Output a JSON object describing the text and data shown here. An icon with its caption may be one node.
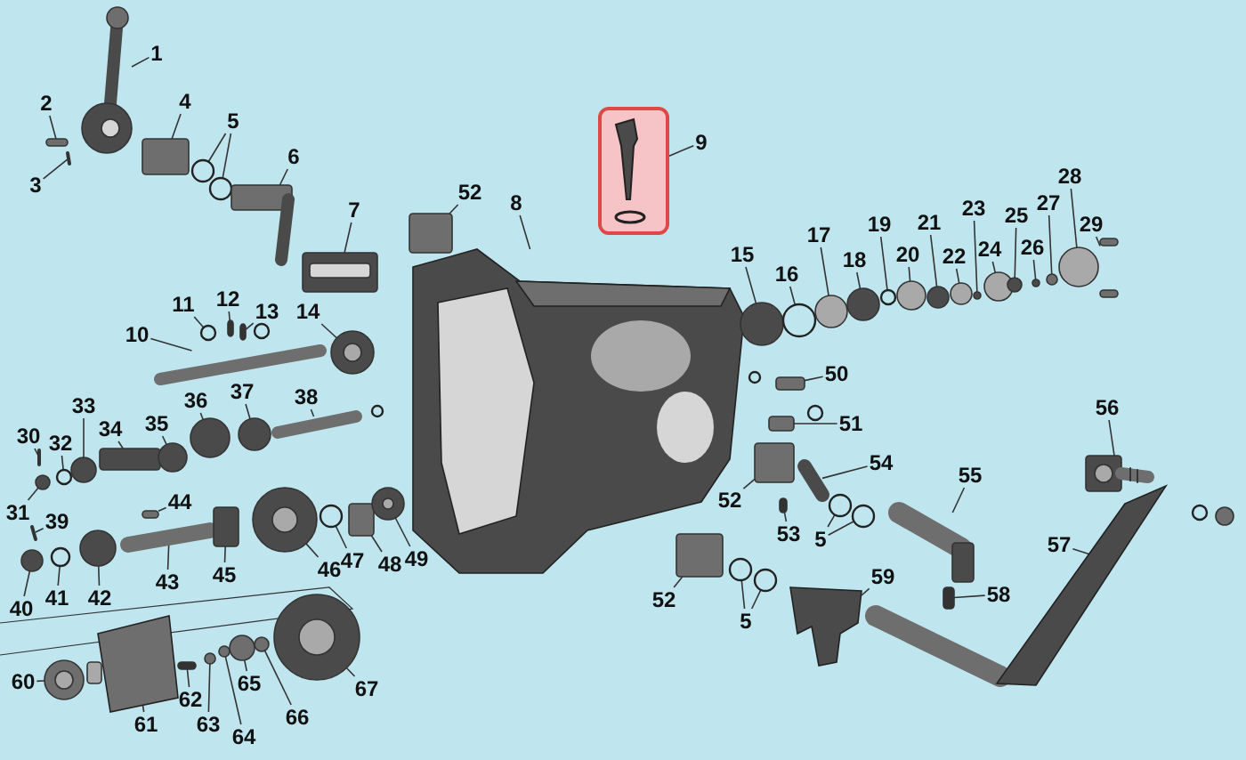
{
  "diagram": {
    "nodes": [
      {
        "text": [
          "1"
        ]
      },
      {
        "text": [
          "2"
        ]
      },
      {
        "text": [
          "3"
        ]
      },
      {
        "text": [
          "4"
        ]
      },
      {
        "text": [
          "5"
        ]
      },
      {
        "text": [
          "6"
        ]
      },
      {
        "text": [
          "7"
        ]
      },
      {
        "text": [
          "52"
        ]
      },
      {
        "text": [
          "8"
        ]
      },
      {
        "text": [
          "9"
        ]
      },
      {
        "text": [],
        "shape": "picture"
      },
      {
        "text": [
          "10"
        ]
      },
      {
        "text": [
          "11"
        ]
      },
      {
        "text": [
          "12"
        ]
      },
      {
        "text": [
          "13"
        ]
      },
      {
        "text": [
          "14"
        ]
      },
      {
        "text": [
          "15"
        ]
      },
      {
        "text": [
          "16"
        ]
      },
      {
        "text": [
          "17"
        ]
      },
      {
        "text": [
          "18"
        ]
      },
      {
        "text": [
          "19"
        ]
      },
      {
        "text": [
          "20"
        ]
      },
      {
        "text": [
          "21"
        ]
      },
      {
        "text": [
          "22"
        ]
      },
      {
        "text": [
          "23"
        ]
      },
      {
        "text": [
          "24"
        ]
      },
      {
        "text": [
          "25"
        ]
      },
      {
        "text": [
          "26"
        ]
      },
      {
        "text": [
          "27"
        ]
      },
      {
        "text": [
          "28"
        ]
      },
      {
        "text": [
          "29"
        ]
      },
      {
        "text": [
          "50"
        ]
      },
      {
        "text": [
          "30"
        ]
      },
      {
        "text": [
          "32"
        ]
      },
      {
        "text": [
          "33"
        ]
      },
      {
        "text": [
          "34"
        ]
      },
      {
        "text": [
          "35"
        ]
      },
      {
        "text": [
          "36"
        ]
      },
      {
        "text": [
          "37"
        ]
      },
      {
        "text": [
          "38"
        ]
      },
      {
        "text": [
          "51"
        ]
      },
      {
        "text": [
          "56"
        ]
      },
      {
        "text": [
          "31"
        ]
      },
      {
        "text": [
          "39"
        ]
      },
      {
        "text": [
          "44"
        ]
      },
      {
        "text": [
          "54"
        ]
      },
      {
        "text": [
          "55"
        ]
      },
      {
        "text": [
          "40"
        ]
      },
      {
        "text": [
          "41"
        ]
      },
      {
        "text": [
          "42"
        ]
      },
      {
        "text": [
          "43"
        ]
      },
      {
        "text": [
          "45"
        ]
      },
      {
        "text": [
          "46"
        ]
      },
      {
        "text": [
          "47"
        ]
      },
      {
        "text": [
          "48"
        ]
      },
      {
        "text": [
          "49"
        ]
      },
      {
        "text": [
          "52"
        ]
      },
      {
        "text": [
          "53"
        ]
      },
      {
        "text": [
          "5"
        ]
      },
      {
        "text": [
          "57"
        ]
      },
      {
        "text": [
          "52"
        ]
      },
      {
        "text": [
          "59"
        ]
      },
      {
        "text": [
          "5"
        ]
      },
      {
        "text": [
          "58"
        ]
      },
      {
        "text": [
          "60"
        ]
      },
      {
        "text": [
          "61"
        ]
      },
      {
        "text": [
          "62"
        ]
      },
      {
        "text": [
          "63"
        ]
      },
      {
        "text": [
          "64"
        ]
      },
      {
        "text": [
          "65"
        ]
      },
      {
        "text": [
          "66"
        ]
      },
      {
        "text": [
          "67"
        ]
      },
      {
        "text": [],
        "shape": "picture"
      },
      {
        "text": [],
        "shape": "box"
      },
      {
        "text": [],
        "shape": "bar"
      },
      {
        "text": [],
        "shape": "box"
      },
      {
        "text": [],
        "shape": "circle"
      },
      {
        "text": [],
        "shape": "circle"
      },
      {
        "text": [],
        "shape": "picture"
      },
      {
        "text": [],
        "shape": "picture"
      },
      {
        "text": [],
        "shape": "box"
      },
      {
        "text": [],
        "shape": "picture"
      },
      {
        "text": [],
        "shape": "bar"
      },
      {
        "text": [],
        "shape": "circle"
      },
      {
        "text": [],
        "shape": "box"
      },
      {
        "text": [],
        "shape": "box"
      },
      {
        "text": [],
        "shape": "picture"
      },
      {
        "text": [],
        "shape": "circle"
      },
      {
        "text": [],
        "shape": "circle"
      },
      {
        "text": [],
        "shape": "circle"
      },
      {
        "text": [],
        "shape": "circle"
      },
      {
        "text": [],
        "shape": "circle"
      },
      {
        "text": [],
        "shape": "circle"
      },
      {
        "text": [],
        "shape": "circle"
      },
      {
        "text": [],
        "shape": "circle"
      },
      {
        "text": [],
        "shape": "circle"
      },
      {
        "text": [],
        "shape": "circle"
      },
      {
        "text": [],
        "shape": "circle"
      },
      {
        "text": [],
        "shape": "circle"
      },
      {
        "text": [],
        "shape": "circle"
      },
      {
        "text": [],
        "shape": "circle"
      },
      {
        "text": [],
        "shape": "picture"
      },
      {
        "text": [],
        "shape": "box"
      },
      {
        "text": [],
        "shape": "bar"
      },
      {
        "text": [],
        "shape": "circle"
      },
      {
        "text": [],
        "shape": "circle"
      },
      {
        "text": [],
        "shape": "box"
      },
      {
        "text": [],
        "shape": "circle"
      },
      {
        "text": [],
        "shape": "circle"
      },
      {
        "text": [],
        "shape": "circle"
      },
      {
        "text": [],
        "shape": "bar"
      },
      {
        "text": [],
        "shape": "box"
      },
      {
        "text": [],
        "shape": "picture"
      },
      {
        "text": [],
        "shape": "circle"
      },
      {
        "text": [],
        "shape": "bar"
      },
      {
        "text": [],
        "shape": "box"
      },
      {
        "text": [],
        "shape": "bar"
      },
      {
        "text": [],
        "shape": "picture"
      },
      {
        "text": [],
        "shape": "circle"
      },
      {
        "text": [],
        "shape": "circle"
      },
      {
        "text": [],
        "shape": "circle"
      },
      {
        "text": [],
        "shape": "bar"
      },
      {
        "text": [],
        "shape": "box"
      },
      {
        "text": [],
        "shape": "picture"
      },
      {
        "text": [],
        "shape": "circle"
      },
      {
        "text": [],
        "shape": "box"
      },
      {
        "text": [],
        "shape": "picture"
      },
      {
        "text": [],
        "shape": "box"
      },
      {
        "text": [],
        "shape": "box"
      },
      {
        "text": [],
        "shape": "circle"
      },
      {
        "text": [],
        "shape": "circle"
      },
      {
        "text": [],
        "shape": "picture"
      },
      {
        "text": [],
        "shape": "box"
      },
      {
        "text": [],
        "shape": "picture"
      },
      {
        "text": [],
        "shape": "circle"
      },
      {
        "text": [],
        "shape": "circle"
      },
      {
        "text": [],
        "shape": "box"
      },
      {
        "text": [],
        "shape": "picture"
      },
      {
        "text": [],
        "shape": "picture"
      },
      {
        "text": [],
        "shape": "box"
      },
      {
        "text": [],
        "shape": "circle"
      },
      {
        "text": [],
        "shape": "circle"
      },
      {
        "text": [],
        "shape": "circle"
      },
      {
        "text": [],
        "shape": "circle"
      },
      {
        "text": [],
        "shape": "picture"
      }
    ],
    "edges": [
      {
        "from": 0,
        "to": 72,
        "arrow": "none"
      },
      {
        "from": 1,
        "to": 73,
        "arrow": "none"
      },
      {
        "from": 2,
        "to": 74,
        "arrow": "none"
      },
      {
        "from": 3,
        "to": 75,
        "arrow": "none"
      },
      {
        "from": 4,
        "to": 76,
        "arrow": "none"
      },
      {
        "from": 4,
        "to": 77,
        "arrow": "none"
      },
      {
        "from": 5,
        "to": 78,
        "arrow": "none"
      },
      {
        "from": 6,
        "to": 79,
        "arrow": "none"
      },
      {
        "from": 7,
        "to": 80,
        "arrow": "none"
      },
      {
        "from": 8,
        "to": 81,
        "arrow": "none"
      },
      {
        "from": 9,
        "to": 10,
        "arrow": "none"
      },
      {
        "from": 11,
        "to": 82,
        "arrow": "none"
      },
      {
        "from": 12,
        "to": 83,
        "arrow": "none"
      },
      {
        "from": 13,
        "to": 84,
        "arrow": "none"
      },
      {
        "from": 14,
        "to": 85,
        "arrow": "none"
      },
      {
        "from": 15,
        "to": 86,
        "arrow": "none"
      },
      {
        "from": 16,
        "to": 87,
        "arrow": "none"
      },
      {
        "from": 17,
        "to": 88,
        "arrow": "none"
      },
      {
        "from": 18,
        "to": 89,
        "arrow": "none"
      },
      {
        "from": 19,
        "to": 90,
        "arrow": "none"
      },
      {
        "from": 20,
        "to": 91,
        "arrow": "none"
      },
      {
        "from": 21,
        "to": 92,
        "arrow": "none"
      },
      {
        "from": 22,
        "to": 93,
        "arrow": "none"
      },
      {
        "from": 23,
        "to": 94,
        "arrow": "none"
      },
      {
        "from": 24,
        "to": 95,
        "arrow": "none"
      },
      {
        "from": 25,
        "to": 96,
        "arrow": "none"
      },
      {
        "from": 26,
        "to": 97,
        "arrow": "none"
      },
      {
        "from": 27,
        "to": 98,
        "arrow": "none"
      },
      {
        "from": 28,
        "to": 99,
        "arrow": "none"
      },
      {
        "from": 29,
        "to": 100,
        "arrow": "none"
      },
      {
        "from": 30,
        "to": 101,
        "arrow": "none"
      },
      {
        "from": 31,
        "to": 102,
        "arrow": "none"
      },
      {
        "from": 32,
        "to": 103,
        "arrow": "none"
      },
      {
        "from": 33,
        "to": 104,
        "arrow": "none"
      },
      {
        "from": 34,
        "to": 105,
        "arrow": "none"
      },
      {
        "from": 35,
        "to": 106,
        "arrow": "none"
      },
      {
        "from": 36,
        "to": 107,
        "arrow": "none"
      },
      {
        "from": 37,
        "to": 108,
        "arrow": "none"
      },
      {
        "from": 38,
        "to": 109,
        "arrow": "none"
      },
      {
        "from": 39,
        "to": 110,
        "arrow": "none"
      },
      {
        "from": 40,
        "to": 111,
        "arrow": "none"
      },
      {
        "from": 41,
        "to": 112,
        "arrow": "none"
      },
      {
        "from": 42,
        "to": 113,
        "arrow": "none"
      },
      {
        "from": 43,
        "to": 114,
        "arrow": "none"
      },
      {
        "from": 44,
        "to": 115,
        "arrow": "none"
      },
      {
        "from": 45,
        "to": 116,
        "arrow": "none"
      },
      {
        "from": 46,
        "to": 117,
        "arrow": "none"
      },
      {
        "from": 47,
        "to": 118,
        "arrow": "none"
      },
      {
        "from": 48,
        "to": 119,
        "arrow": "none"
      },
      {
        "from": 49,
        "to": 120,
        "arrow": "none"
      },
      {
        "from": 50,
        "to": 121,
        "arrow": "none"
      },
      {
        "from": 51,
        "to": 122,
        "arrow": "none"
      },
      {
        "from": 52,
        "to": 123,
        "arrow": "none"
      },
      {
        "from": 53,
        "to": 124,
        "arrow": "none"
      },
      {
        "from": 54,
        "to": 125,
        "arrow": "none"
      },
      {
        "from": 55,
        "to": 126,
        "arrow": "none"
      },
      {
        "from": 56,
        "to": 127,
        "arrow": "none"
      },
      {
        "from": 57,
        "to": 128,
        "arrow": "none"
      },
      {
        "from": 58,
        "to": 129,
        "arrow": "none"
      },
      {
        "from": 58,
        "to": 130,
        "arrow": "none"
      },
      {
        "from": 59,
        "to": 131,
        "arrow": "none"
      },
      {
        "from": 60,
        "to": 132,
        "arrow": "none"
      },
      {
        "from": 61,
        "to": 133,
        "arrow": "none"
      },
      {
        "from": 62,
        "to": 134,
        "arrow": "none"
      },
      {
        "from": 62,
        "to": 135,
        "arrow": "none"
      },
      {
        "from": 63,
        "to": 136,
        "arrow": "none"
      },
      {
        "from": 64,
        "to": 137,
        "arrow": "none"
      },
      {
        "from": 65,
        "to": 138,
        "arrow": "none"
      },
      {
        "from": 66,
        "to": 139,
        "arrow": "none"
      },
      {
        "from": 67,
        "to": 140,
        "arrow": "none"
      },
      {
        "from": 68,
        "to": 141,
        "arrow": "none"
      },
      {
        "from": 69,
        "to": 142,
        "arrow": "none"
      },
      {
        "from": 70,
        "to": 143,
        "arrow": "none"
      },
      {
        "from": 71,
        "to": 144,
        "arrow": "none"
      }
    ]
  }
}
